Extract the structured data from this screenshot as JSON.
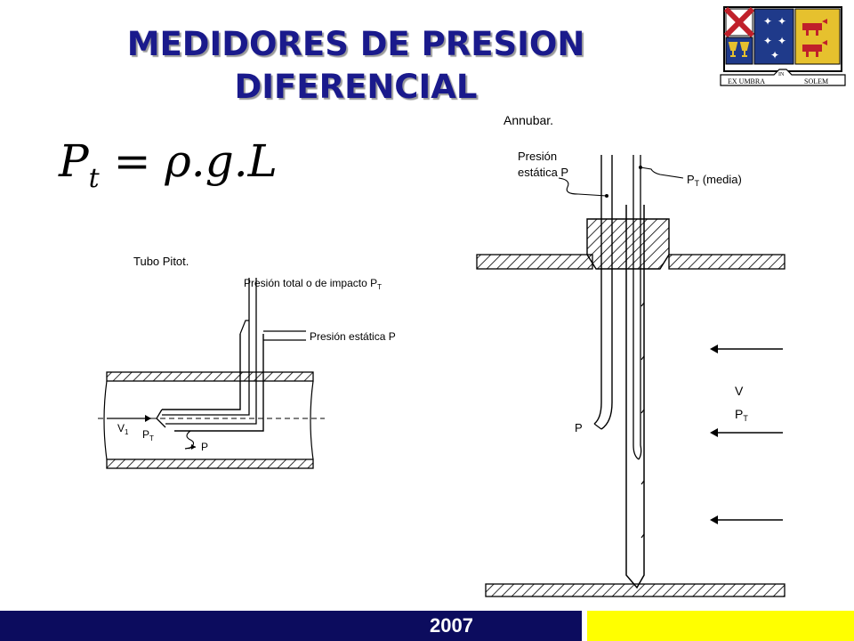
{
  "slide": {
    "title_line1": "MEDIDORES DE PRESION",
    "title_line2": "DIFERENCIAL",
    "formula": {
      "lhs": "P",
      "lhs_sub": "t",
      "rhs": "= ρ.g.L"
    },
    "footer_year": "2007"
  },
  "crest": {
    "motto_left": "EX UMBRA",
    "motto_mid": "IN",
    "motto_right": "SOLEM",
    "colors": {
      "blue": "#1f3a8a",
      "red": "#c0202a",
      "gold": "#e6c12e",
      "white": "#ffffff"
    }
  },
  "pitot": {
    "title": "Tubo Pitot.",
    "label_total": "Presión total o de impacto P",
    "label_total_sub": "T",
    "label_static": "Presión estática P",
    "label_v": "V",
    "label_v_sub": "1",
    "label_pt": "P",
    "label_pt_sub": "T",
    "label_p": "P"
  },
  "annubar": {
    "title": "Annubar.",
    "label_static_line1": "Presión",
    "label_static_line2": "estática P",
    "label_pt": "P",
    "label_pt_sub": "T",
    "label_pt_suffix": "(media)",
    "label_p": "P",
    "label_v": "V",
    "label_pt2": "P",
    "label_pt2_sub": "T"
  },
  "colors": {
    "title": "#1a1a8c",
    "footer_left": "#0c0c5e",
    "footer_right": "#ffff00"
  }
}
